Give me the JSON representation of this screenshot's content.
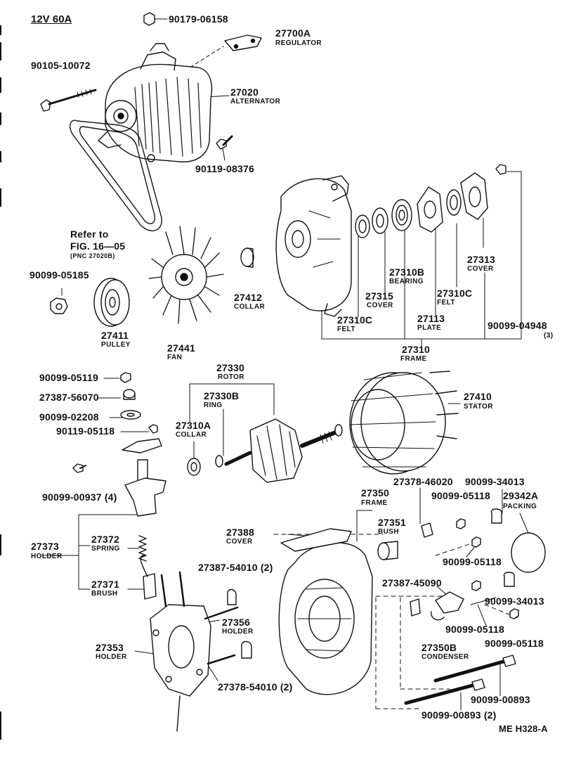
{
  "title": "12V 60A",
  "figure_code": "ME H328-A",
  "reference": {
    "line1": "Refer to",
    "line2": "FIG. 16—05",
    "line3": "(PNC 27020B)"
  },
  "labels": [
    {
      "id": "p90179_06158",
      "part": "90179-06158",
      "name": ""
    },
    {
      "id": "p27700A",
      "part": "27700A",
      "name": "REGULATOR"
    },
    {
      "id": "p90105_10072",
      "part": "90105-10072",
      "name": ""
    },
    {
      "id": "p27020",
      "part": "27020",
      "name": "ALTERNATOR"
    },
    {
      "id": "p90119_08376",
      "part": "90119-08376",
      "name": ""
    },
    {
      "id": "p90099_05185",
      "part": "90099-05185",
      "name": ""
    },
    {
      "id": "p27411",
      "part": "27411",
      "name": "PULLEY"
    },
    {
      "id": "p27441",
      "part": "27441",
      "name": "FAN"
    },
    {
      "id": "p27412",
      "part": "27412",
      "name": "COLLAR"
    },
    {
      "id": "p27313",
      "part": "27313",
      "name": "COVER"
    },
    {
      "id": "p27310B",
      "part": "27310B",
      "name": "BEARING"
    },
    {
      "id": "p27315",
      "part": "27315",
      "name": "COVER"
    },
    {
      "id": "p27310C_a",
      "part": "27310C",
      "name": "FELT"
    },
    {
      "id": "p27310C_b",
      "part": "27310C",
      "name": "FELT"
    },
    {
      "id": "p27113",
      "part": "27113",
      "name": "PLATE"
    },
    {
      "id": "p90099_04948",
      "part": "90099-04948",
      "name": "(3)"
    },
    {
      "id": "p27310",
      "part": "27310",
      "name": "FRAME"
    },
    {
      "id": "p27330",
      "part": "27330",
      "name": "ROTOR"
    },
    {
      "id": "p27330B",
      "part": "27330B",
      "name": "RING"
    },
    {
      "id": "p27310A",
      "part": "27310A",
      "name": "COLLAR"
    },
    {
      "id": "p27410",
      "part": "27410",
      "name": "STATOR"
    },
    {
      "id": "p90099_05119",
      "part": "90099-05119",
      "name": ""
    },
    {
      "id": "p27387_56070",
      "part": "27387-56070",
      "name": ""
    },
    {
      "id": "p90099_02208",
      "part": "90099-02208",
      "name": ""
    },
    {
      "id": "p90119_05118",
      "part": "90119-05118",
      "name": ""
    },
    {
      "id": "p90099_00937",
      "part": "90099-00937 (4)",
      "name": ""
    },
    {
      "id": "p27378_46020",
      "part": "27378-46020",
      "name": ""
    },
    {
      "id": "p90099_34013_a",
      "part": "90099-34013",
      "name": ""
    },
    {
      "id": "p29342A",
      "part": "29342A",
      "name": "PACKING"
    },
    {
      "id": "p27350",
      "part": "27350",
      "name": "FRAME"
    },
    {
      "id": "p90099_05118_a",
      "part": "90099-05118",
      "name": ""
    },
    {
      "id": "p27351",
      "part": "27351",
      "name": "BUSH"
    },
    {
      "id": "p27388",
      "part": "27388",
      "name": "COVER"
    },
    {
      "id": "p90099_05118_b",
      "part": "90099-05118",
      "name": ""
    },
    {
      "id": "p27373",
      "part": "27373",
      "name": "HOLDER"
    },
    {
      "id": "p27372",
      "part": "27372",
      "name": "SPRING"
    },
    {
      "id": "p27387_54010",
      "part": "27387-54010 (2)",
      "name": ""
    },
    {
      "id": "p27371",
      "part": "27371",
      "name": "BRUSH"
    },
    {
      "id": "p27387_45090",
      "part": "27387-45090",
      "name": ""
    },
    {
      "id": "p90099_34013_b",
      "part": "90099-34013",
      "name": ""
    },
    {
      "id": "p27356",
      "part": "27356",
      "name": "HOLDER"
    },
    {
      "id": "p90099_05118_c",
      "part": "90099-05118",
      "name": ""
    },
    {
      "id": "p90099_05118_d",
      "part": "90099-05118",
      "name": ""
    },
    {
      "id": "p27350B",
      "part": "27350B",
      "name": "CONDENSER"
    },
    {
      "id": "p27353",
      "part": "27353",
      "name": "HOLDER"
    },
    {
      "id": "p27378_54010",
      "part": "27378-54010 (2)",
      "name": ""
    },
    {
      "id": "p90099_00893_a",
      "part": "90099-00893",
      "name": ""
    },
    {
      "id": "p90099_00893_b",
      "part": "90099-00893 (2)",
      "name": ""
    }
  ]
}
